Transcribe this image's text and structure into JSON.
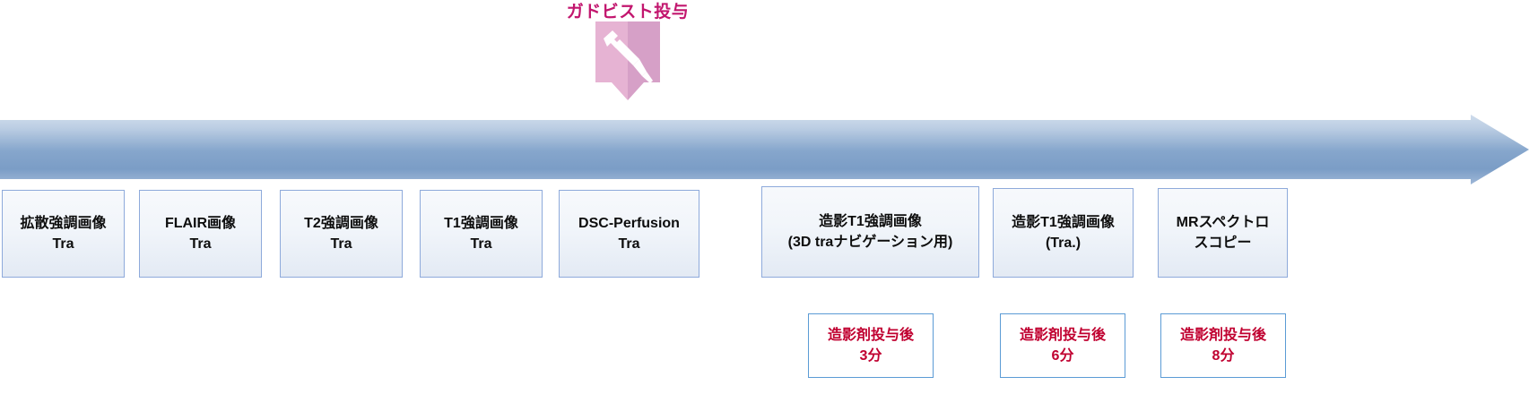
{
  "marker": {
    "title": "ガドビスト投与",
    "icon": "syringe-icon",
    "shield_color_light": "#e6b3d3",
    "shield_color_dark": "#d79bc4",
    "title_color": "#c2166e"
  },
  "timeline": {
    "name": "timeline-arrow",
    "direction": "left-to-right",
    "color_light": "#c5d3e8",
    "color_mid": "#7fa0c8",
    "color_dark": "#6f93bf"
  },
  "protocol_boxes": [
    {
      "id": "diffusion-weighted",
      "line1": "拡散強調画像",
      "line2": "Tra"
    },
    {
      "id": "flair",
      "line1": "FLAIR画像",
      "line2": "Tra"
    },
    {
      "id": "t2-weighted",
      "line1": "T2強調画像",
      "line2": "Tra"
    },
    {
      "id": "t1-weighted",
      "line1": "T1強調画像",
      "line2": "Tra"
    },
    {
      "id": "dsc-perfusion",
      "line1": "DSC-Perfusion",
      "line2": "Tra"
    },
    {
      "id": "contrast-t1-3d-nav",
      "line1": "造影T1強調画像",
      "line2": "(3D traナビゲーション用)"
    },
    {
      "id": "contrast-t1-tra",
      "line1": "造影T1強調画像",
      "line2": "(Tra.)"
    },
    {
      "id": "mr-spectroscopy",
      "line1": "MRスペクトロ",
      "line2": "スコピー"
    }
  ],
  "timing_boxes": [
    {
      "id": "post-contrast-3min",
      "line1": "造影剤投与後",
      "line2": "3分"
    },
    {
      "id": "post-contrast-6min",
      "line1": "造影剤投与後",
      "line2": "6分"
    },
    {
      "id": "post-contrast-8min",
      "line1": "造影剤投与後",
      "line2": "8分"
    }
  ],
  "colors": {
    "box_border": "#8eaadb",
    "timing_border": "#5b9bd5",
    "timing_text": "#c00030",
    "box_text": "#0d0d0d"
  }
}
